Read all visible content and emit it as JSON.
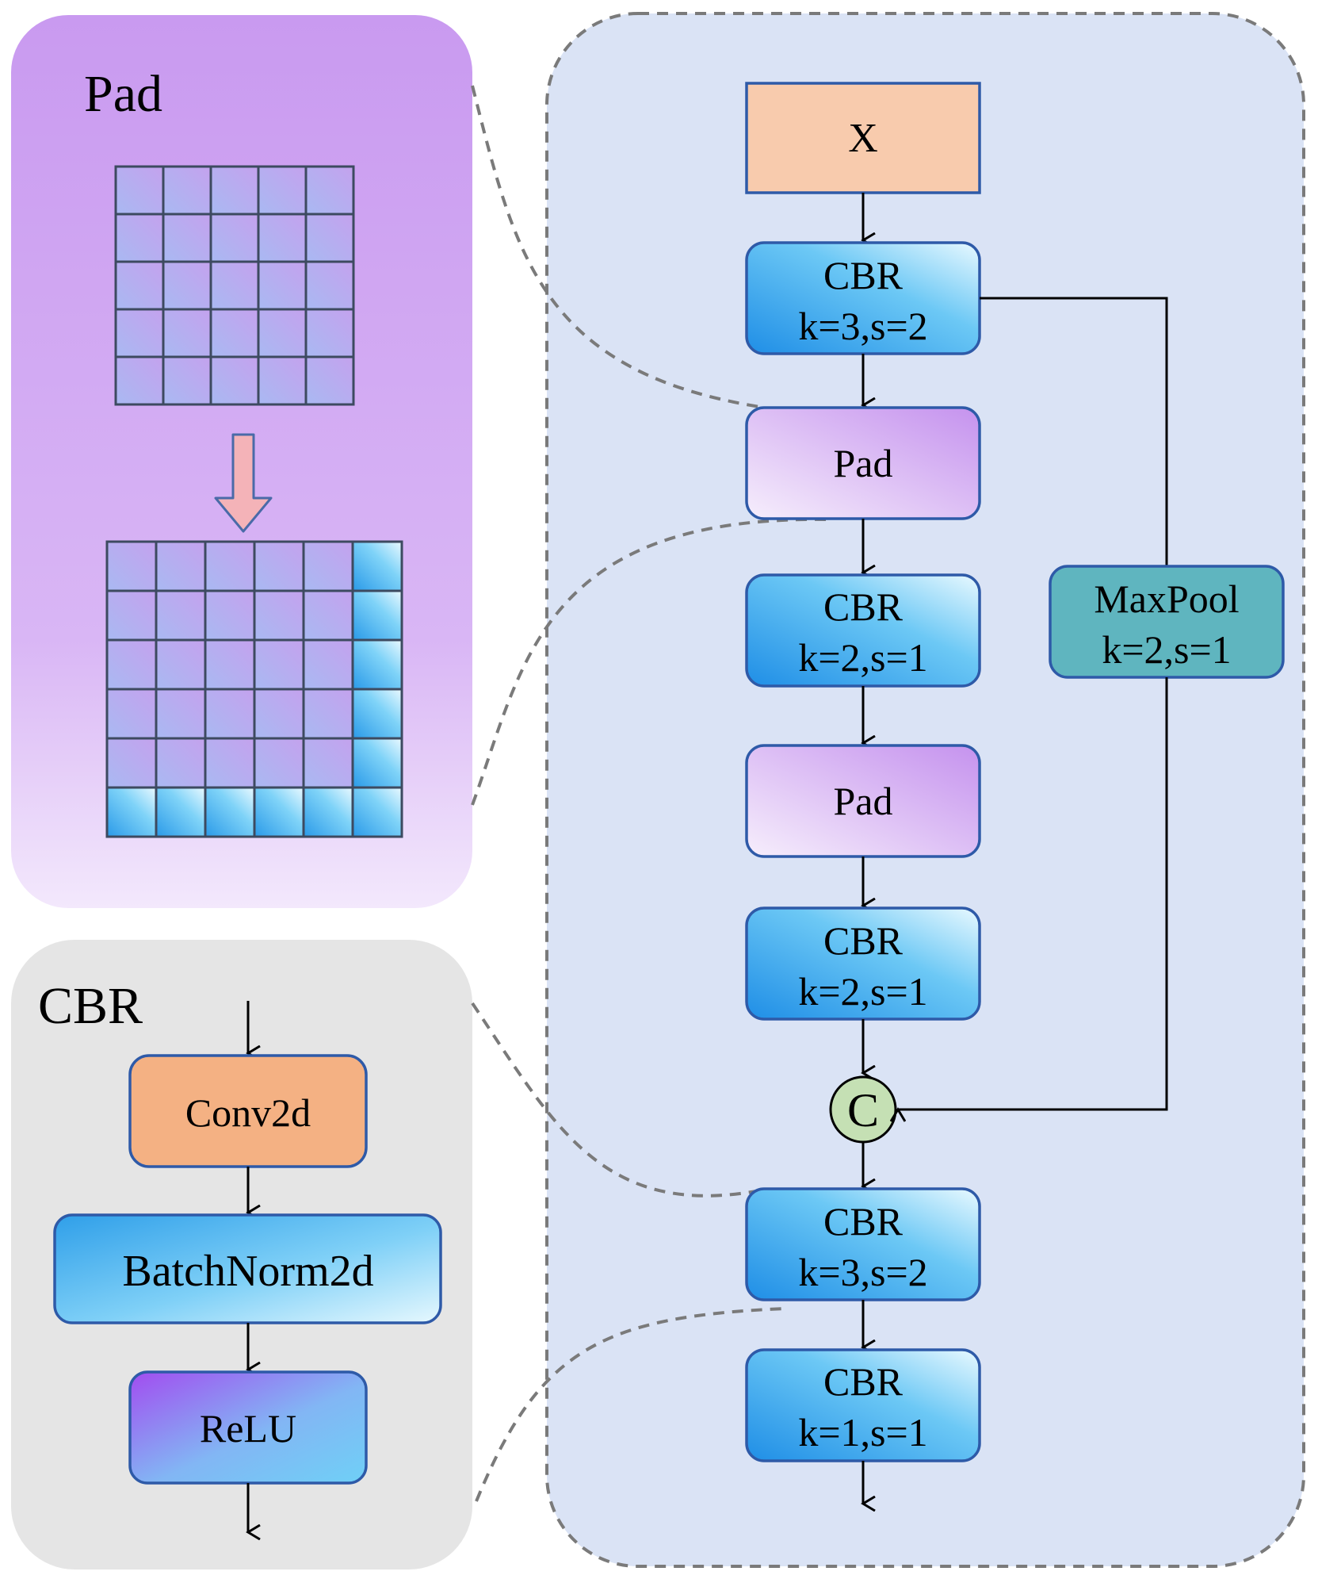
{
  "pad_panel": {
    "title": "Pad",
    "colors": {
      "bg_top": "#c99af0",
      "bg_bottom": "#f0e4fb",
      "cell": "#b6aaf0",
      "padded_cell": "#3fb2ee",
      "arrow": "#f4b3b8"
    }
  },
  "cbr_panel": {
    "title": "CBR",
    "steps": [
      {
        "id": "conv2d",
        "label": "Conv2d",
        "style": "orange"
      },
      {
        "id": "batchnorm2d",
        "label": "BatchNorm2d",
        "style": "blue"
      },
      {
        "id": "relu",
        "label": "ReLU",
        "style": "relu"
      }
    ]
  },
  "main_flow": {
    "input": {
      "label": "X"
    },
    "blocks": [
      {
        "id": "cbr-1",
        "line1": "CBR",
        "line2": "k=3,s=2",
        "style": "blue"
      },
      {
        "id": "pad-1",
        "line1": "Pad",
        "line2": "",
        "style": "pad"
      },
      {
        "id": "cbr-2",
        "line1": "CBR",
        "line2": "k=2,s=1",
        "style": "blue"
      },
      {
        "id": "pad-2",
        "line1": "Pad",
        "line2": "",
        "style": "pad"
      },
      {
        "id": "cbr-3",
        "line1": "CBR",
        "line2": "k=2,s=1",
        "style": "blue"
      },
      {
        "id": "cbr-4",
        "line1": "CBR",
        "line2": "k=3,s=2",
        "style": "blue"
      },
      {
        "id": "cbr-5",
        "line1": "CBR",
        "line2": "k=1,s=1",
        "style": "blue"
      }
    ],
    "maxpool": {
      "line1": "MaxPool",
      "line2": "k=2,s=1"
    },
    "concat": {
      "label": "C"
    }
  }
}
